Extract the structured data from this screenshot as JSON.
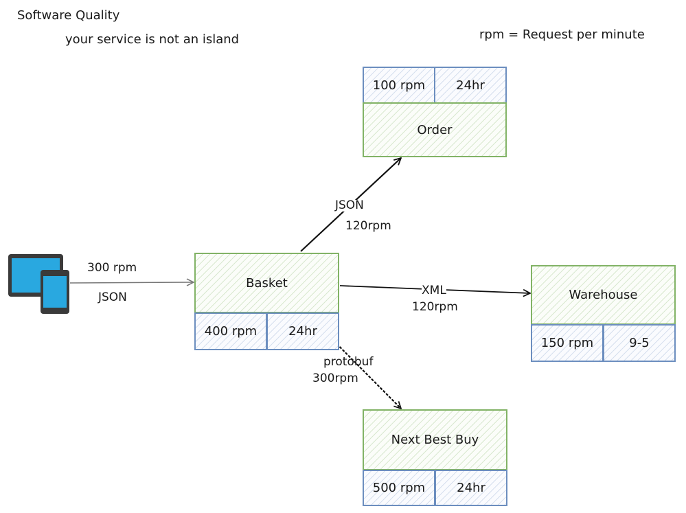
{
  "header": {
    "title": "Software Quality",
    "subtitle": "your service is not an island",
    "legend": "rpm = Request per minute"
  },
  "services": {
    "order": {
      "name": "Order",
      "rpm": "100 rpm",
      "availability": "24hr"
    },
    "basket": {
      "name": "Basket",
      "rpm": "400 rpm",
      "availability": "24hr"
    },
    "warehouse": {
      "name": "Warehouse",
      "rpm": "150 rpm",
      "availability": "9-5"
    },
    "next_best_buy": {
      "name": "Next Best Buy",
      "rpm": "500 rpm",
      "availability": "24hr"
    }
  },
  "connections": {
    "client_to_basket": {
      "rpm": "300 rpm",
      "format": "JSON"
    },
    "basket_to_order": {
      "format": "JSON",
      "rpm": "120rpm"
    },
    "basket_to_warehouse": {
      "format": "XML",
      "rpm": "120rpm"
    },
    "basket_to_nbb": {
      "format": "protobuf",
      "rpm": "300rpm"
    }
  },
  "icons": {
    "client": "tablet-phone-icon"
  },
  "colors": {
    "green_border": "#82b366",
    "blue_border": "#6c8ebf",
    "client_arrow": "#777777"
  }
}
